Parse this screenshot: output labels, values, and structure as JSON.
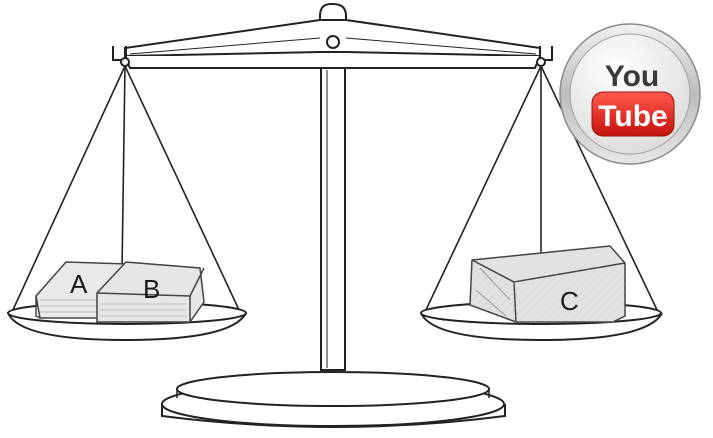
{
  "blocks": {
    "a": "A",
    "b": "B",
    "c": "C"
  },
  "logo": {
    "line1": "You",
    "line2": "Tube",
    "badge_color": "#e0201b"
  }
}
